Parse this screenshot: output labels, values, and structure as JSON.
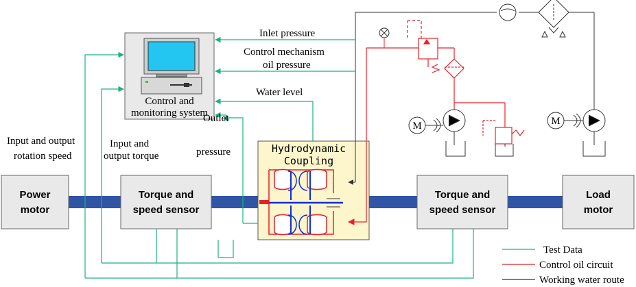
{
  "boxes": {
    "power_motor": [
      "Power",
      "motor"
    ],
    "torque_sensor_left": [
      "Torque and",
      "speed sensor"
    ],
    "torque_sensor_right": [
      "Torque and",
      "speed sensor"
    ],
    "load_motor": [
      "Load",
      "motor"
    ],
    "control_system": [
      "Control and",
      "monitoring system"
    ],
    "coupling": [
      "Hydrodynamic",
      "Coupling"
    ]
  },
  "signals": {
    "inlet_pressure": "Inlet pressure",
    "control_oil_pressure": [
      "Control mechanism",
      "oil pressure"
    ],
    "water_level": "Water level",
    "outlet_pressure": [
      "Outlet",
      "pressure"
    ],
    "input_output_rotation_speed": [
      "Input and output",
      "rotation speed"
    ],
    "input_output_torque": [
      "Input and",
      "output torque"
    ]
  },
  "pump_motor_symbol": "M",
  "legend": [
    {
      "label": "Test Data",
      "color": "#19b37a"
    },
    {
      "label": "Control oil circuit",
      "color": "#e8202a"
    },
    {
      "label": "Working water route",
      "color": "#333333"
    }
  ],
  "colors": {
    "test_data": "#19b37a",
    "oil": "#e8202a",
    "water": "#333333",
    "shaft": "#2f55a4",
    "box_fill": "#e9e9e9",
    "coupling_fill": "#fdf5cc",
    "runner_blue": "#1030d0"
  }
}
